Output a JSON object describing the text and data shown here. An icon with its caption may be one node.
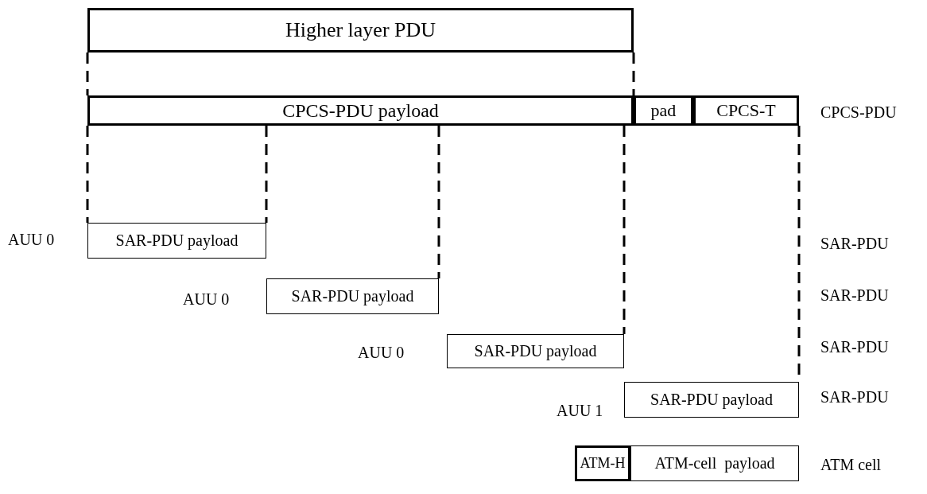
{
  "diagram": {
    "nodes": [
      {
        "text": [
          "Higher layer PDU"
        ]
      },
      {
        "text": [
          "CPCS-PDU payload"
        ]
      },
      {
        "text": [
          "pad"
        ]
      },
      {
        "text": [
          "CPCS-T"
        ]
      },
      {
        "text": [
          "SAR-PDU payload"
        ],
        "beside": [
          "AUU 0"
        ]
      },
      {
        "text": [
          "SAR-PDU payload"
        ],
        "beside": [
          "AUU 0"
        ]
      },
      {
        "text": [
          "SAR-PDU payload"
        ],
        "beside": [
          "AUU 0"
        ]
      },
      {
        "text": [
          "SAR-PDU payload"
        ],
        "beside": [
          "AUU 1"
        ]
      },
      {
        "text": [
          "ATM-H"
        ]
      },
      {
        "text": [
          "ATM-cell  payload"
        ]
      }
    ],
    "edges": [
      {
        "from": 0,
        "to": 1,
        "arrow": "none",
        "style": "dashed"
      },
      {
        "from": 0,
        "to": 1,
        "arrow": "none",
        "style": "dashed"
      },
      {
        "from": 1,
        "to": 4,
        "arrow": "none",
        "style": "dashed"
      },
      {
        "from": 1,
        "to": 4,
        "arrow": "none",
        "style": "dashed"
      },
      {
        "from": 1,
        "to": 5,
        "arrow": "none",
        "style": "dashed"
      },
      {
        "from": 1,
        "to": 6,
        "arrow": "none",
        "style": "dashed"
      },
      {
        "from": 3,
        "to": 7,
        "arrow": "none",
        "style": "dashed"
      }
    ],
    "labels": [
      "CPCS-PDU",
      "SAR-PDU",
      "SAR-PDU",
      "SAR-PDU",
      "SAR-PDU",
      "ATM cell"
    ]
  }
}
